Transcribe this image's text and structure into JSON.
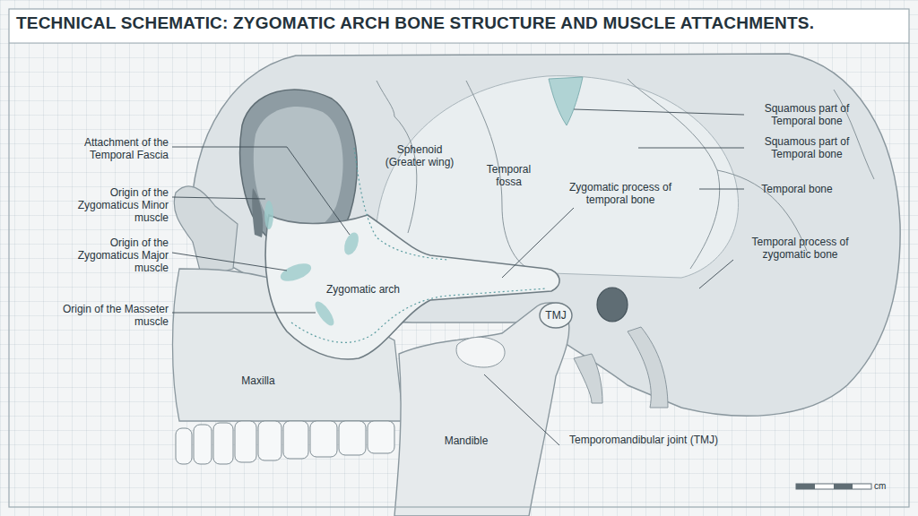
{
  "diagram": {
    "title": "TECHNICAL SCHEMATIC: ZYGOMATIC ARCH BONE STRUCTURE AND MUSCLE ATTACHMENTS.",
    "labels": [
      "Attachment of the Temporal Fascia",
      "Origin of the Zygomaticus Minor muscle",
      "Origin of the Zygomaticus Major muscle",
      "Origin of the Masseter muscle",
      "Sphenoid (Greater wing)",
      "Temporal fossa",
      "Zygomatic process of temporal bone",
      "Squamous part of Temporal bone",
      "Squamous part of Temporal bone",
      "Temporal bone",
      "Temporal process of zygomatic bone",
      "Zygomatic arch",
      "TMJ",
      "Maxilla",
      "Mandible",
      "Temporomandibular joint (TMJ)",
      "cm"
    ]
  }
}
